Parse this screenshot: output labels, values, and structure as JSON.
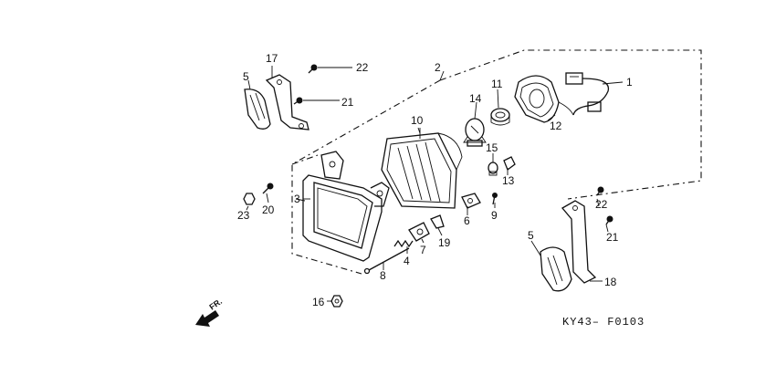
{
  "labels": {
    "p1": "1",
    "p2": "2",
    "p3": "3",
    "p4": "4",
    "p5a": "5",
    "p5b": "5",
    "p6": "6",
    "p7": "7",
    "p8": "8",
    "p9": "9",
    "p10": "10",
    "p11": "11",
    "p12": "12",
    "p13": "13",
    "p14": "14",
    "p15": "15",
    "p16": "16",
    "p17": "17",
    "p18": "18",
    "p19": "19",
    "p20": "20",
    "p21a": "21",
    "p21b": "21",
    "p22a": "22",
    "p22b": "22",
    "p23": "23"
  },
  "direction_marker": "FR.",
  "diagram_code": "KY43– F0103",
  "icons": [
    "front-direction-arrow-icon"
  ]
}
